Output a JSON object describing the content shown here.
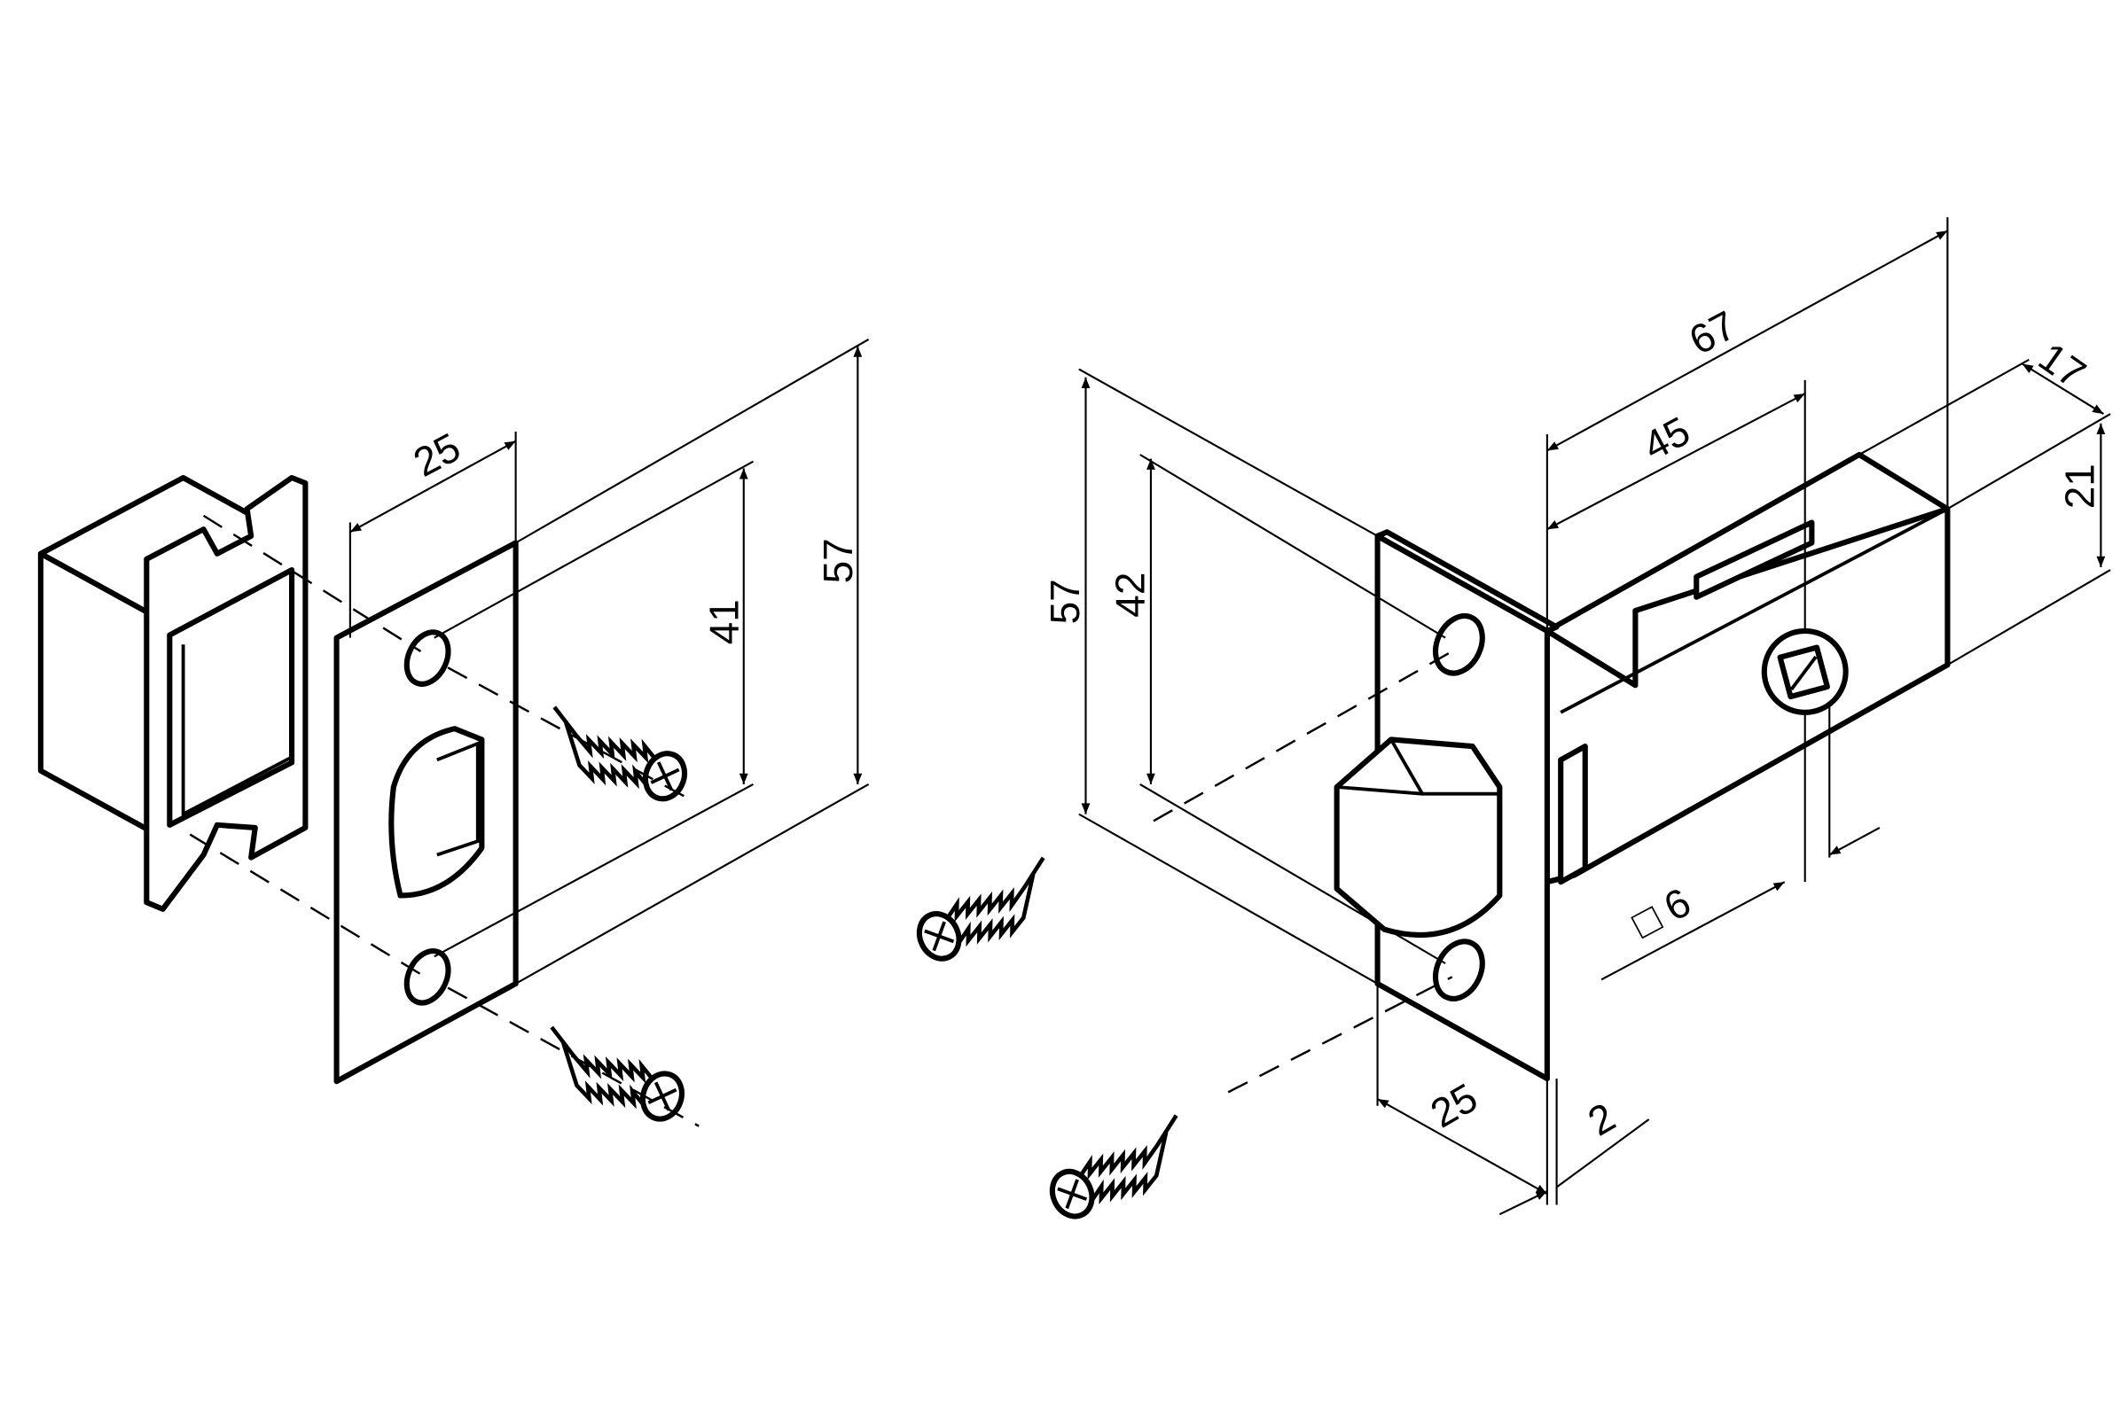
{
  "title": "Latch and strike plate dimensional drawing",
  "strike": {
    "dims": {
      "width": "25",
      "height_total": "57",
      "hole_spacing": "41"
    }
  },
  "latch": {
    "dims": {
      "faceplate_height": "57",
      "hole_spacing": "42",
      "backset_67": "67",
      "backset_45": "45",
      "body_thickness": "17",
      "body_height": "21",
      "spindle_square": "□ 6",
      "faceplate_width": "25",
      "faceplate_thickness": "2"
    }
  }
}
